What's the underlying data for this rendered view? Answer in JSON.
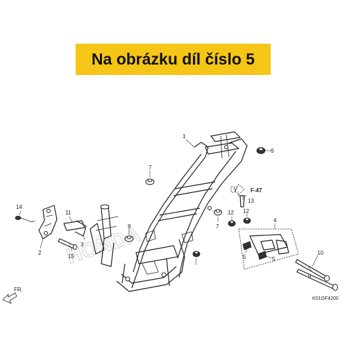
{
  "banner": {
    "text": "Na obrázku díl číslo 5"
  },
  "watermark": {
    "text": "HONDA"
  },
  "diagram_code": "K01GF4200",
  "direction_label": "FR.",
  "reference": {
    "label": "F-47"
  },
  "callouts": {
    "p1": "1",
    "p2": "2",
    "p3": "3",
    "p4": "4",
    "p5a": "5",
    "p5b": "5",
    "p6": "6",
    "p7a": "7",
    "p7b": "7",
    "p8": "8",
    "p9": "9",
    "p10": "10",
    "p11": "11",
    "p12": "12",
    "p13": "13",
    "p14": "14",
    "p15": "15"
  },
  "colors": {
    "banner": "#f5c518",
    "line": "#222222"
  }
}
